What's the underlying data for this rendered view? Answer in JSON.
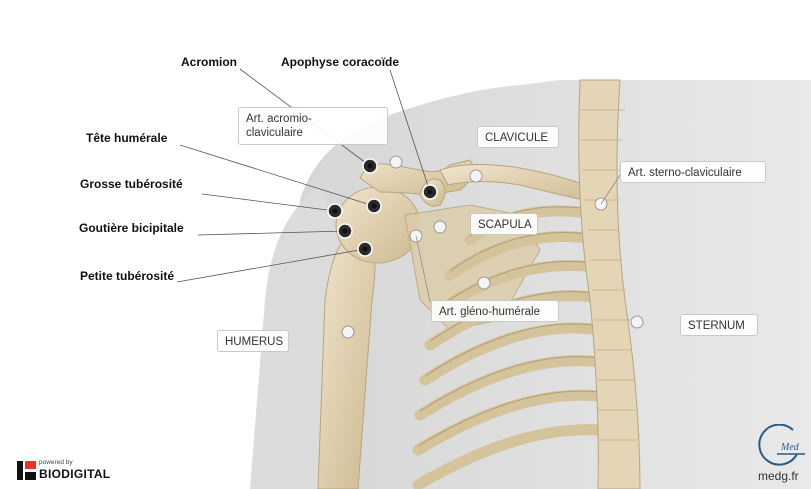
{
  "bold_labels": {
    "acromion": "Acromion",
    "coracoide": "Apophyse coracoïde",
    "tete_humerale": "Tête humérale",
    "grosse_tuberosite": "Grosse tubérosité",
    "gouttiere": "Goutière bicipitale",
    "petite_tuberosite": "Petite tubérosité"
  },
  "box_labels": {
    "acromio_clav": "Art. acromio-\nclaviculaire",
    "clavicule": "CLAVICULE",
    "sterno_clav": "Art. sterno-claviculaire",
    "scapula": "SCAPULA",
    "gleno_humerale": "Art. gléno-humérale",
    "humerus": "HUMERUS",
    "sternum": "STERNUM"
  },
  "branding": {
    "powered_by": "powered by",
    "biodigital": "BIODIGITAL",
    "medg_logo_text": "Med",
    "medg_url": "medg.fr"
  },
  "colors": {
    "bone": "#e6d9bf",
    "bone_shadow": "#c7b58f",
    "skin": "#e2e2e2",
    "marker_dark": "#2a2a2a"
  }
}
